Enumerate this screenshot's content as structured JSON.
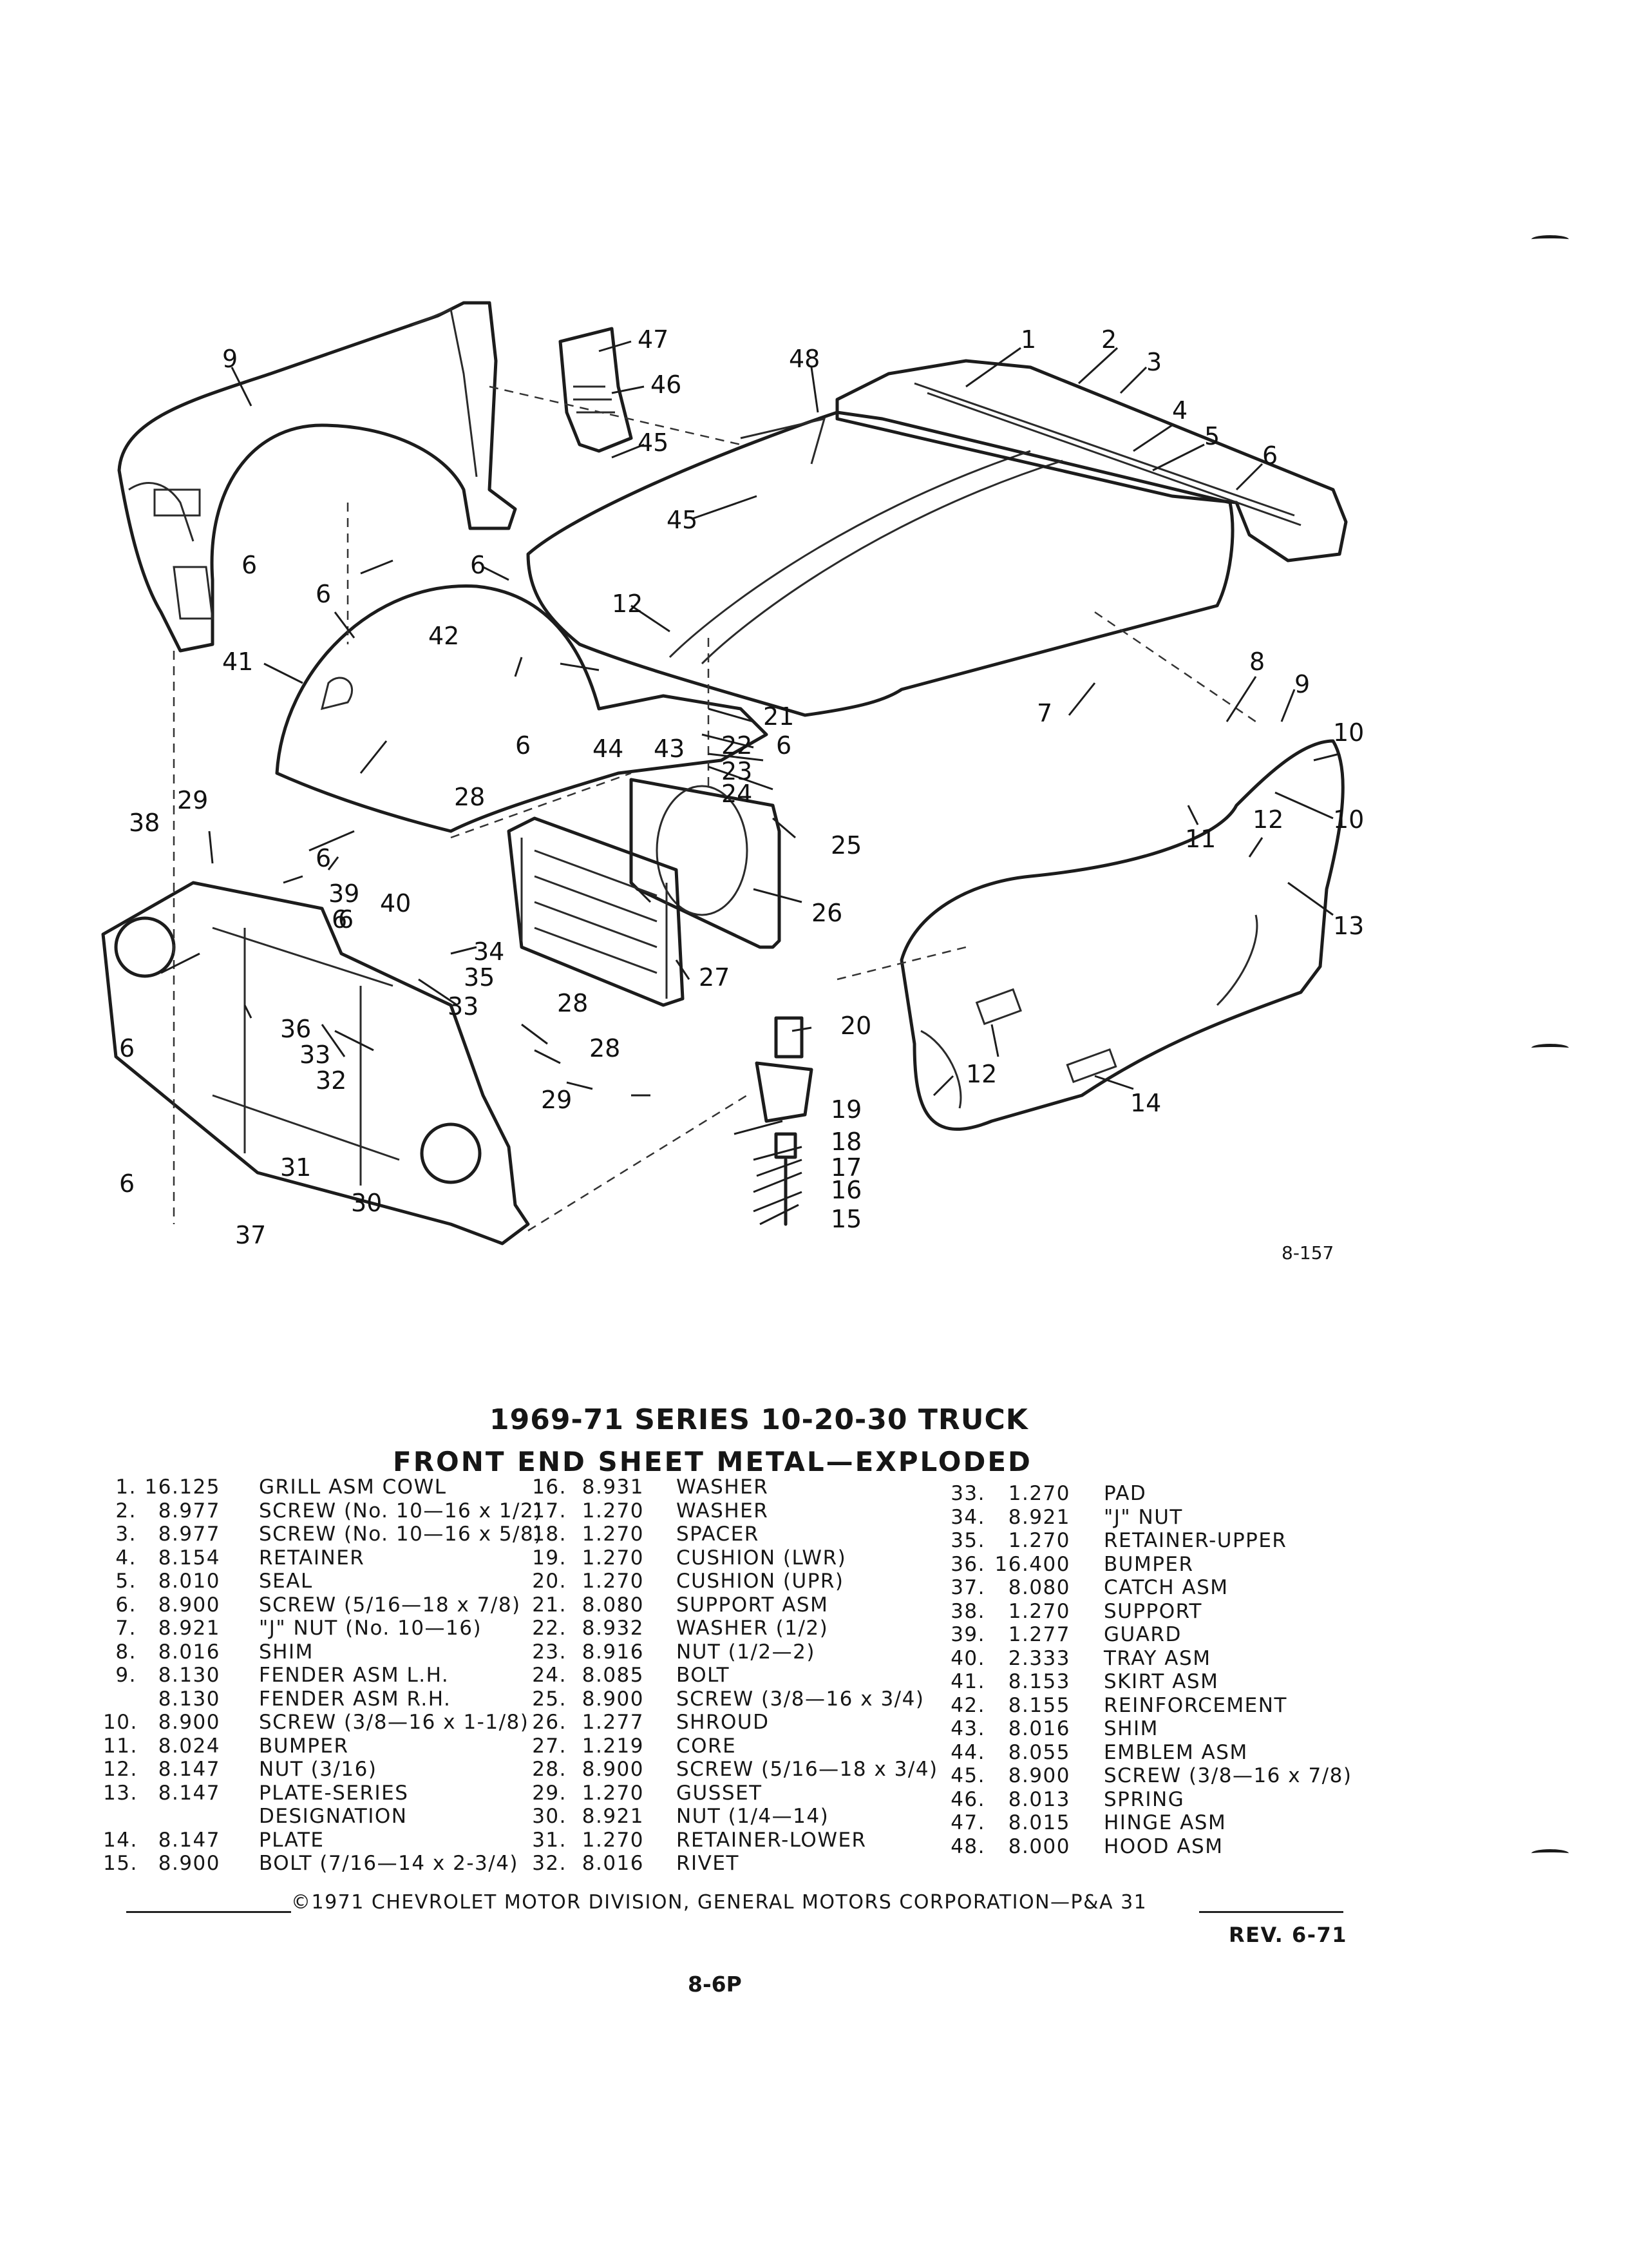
{
  "diagram": {
    "figure_code": "8-157",
    "callouts": [
      {
        "id": "1",
        "text": "1"
      },
      {
        "id": "2",
        "text": "2"
      },
      {
        "id": "3",
        "text": "3"
      },
      {
        "id": "4",
        "text": "4"
      },
      {
        "id": "5",
        "text": "5"
      },
      {
        "id": "6a",
        "text": "6"
      },
      {
        "id": "6b",
        "text": "6"
      },
      {
        "id": "6c",
        "text": "6"
      },
      {
        "id": "6d",
        "text": "6"
      },
      {
        "id": "6e",
        "text": "6"
      },
      {
        "id": "6f",
        "text": "6"
      },
      {
        "id": "6g",
        "text": "6"
      },
      {
        "id": "6h",
        "text": "6"
      },
      {
        "id": "6i",
        "text": "6"
      },
      {
        "id": "6j",
        "text": "6"
      },
      {
        "id": "6k",
        "text": "6"
      },
      {
        "id": "7",
        "text": "7"
      },
      {
        "id": "8",
        "text": "8"
      },
      {
        "id": "9a",
        "text": "9"
      },
      {
        "id": "9b",
        "text": "9"
      },
      {
        "id": "10a",
        "text": "10"
      },
      {
        "id": "10b",
        "text": "10"
      },
      {
        "id": "11",
        "text": "11"
      },
      {
        "id": "12a",
        "text": "12"
      },
      {
        "id": "12b",
        "text": "12"
      },
      {
        "id": "12c",
        "text": "12"
      },
      {
        "id": "13",
        "text": "13"
      },
      {
        "id": "14",
        "text": "14"
      },
      {
        "id": "15",
        "text": "15"
      },
      {
        "id": "16",
        "text": "16"
      },
      {
        "id": "17",
        "text": "17"
      },
      {
        "id": "18",
        "text": "18"
      },
      {
        "id": "19",
        "text": "19"
      },
      {
        "id": "20",
        "text": "20"
      },
      {
        "id": "21",
        "text": "21"
      },
      {
        "id": "22",
        "text": "22"
      },
      {
        "id": "23",
        "text": "23"
      },
      {
        "id": "24",
        "text": "24"
      },
      {
        "id": "25",
        "text": "25"
      },
      {
        "id": "26",
        "text": "26"
      },
      {
        "id": "27",
        "text": "27"
      },
      {
        "id": "28a",
        "text": "28"
      },
      {
        "id": "28b",
        "text": "28"
      },
      {
        "id": "28c",
        "text": "28"
      },
      {
        "id": "29a",
        "text": "29"
      },
      {
        "id": "29b",
        "text": "29"
      },
      {
        "id": "30",
        "text": "30"
      },
      {
        "id": "31",
        "text": "31"
      },
      {
        "id": "32",
        "text": "32"
      },
      {
        "id": "33a",
        "text": "33"
      },
      {
        "id": "33b",
        "text": "33"
      },
      {
        "id": "34",
        "text": "34"
      },
      {
        "id": "35",
        "text": "35"
      },
      {
        "id": "36",
        "text": "36"
      },
      {
        "id": "37",
        "text": "37"
      },
      {
        "id": "38",
        "text": "38"
      },
      {
        "id": "39",
        "text": "39"
      },
      {
        "id": "40",
        "text": "40"
      },
      {
        "id": "41",
        "text": "41"
      },
      {
        "id": "42",
        "text": "42"
      },
      {
        "id": "43",
        "text": "43"
      },
      {
        "id": "44",
        "text": "44"
      },
      {
        "id": "45a",
        "text": "45"
      },
      {
        "id": "45b",
        "text": "45"
      },
      {
        "id": "46",
        "text": "46"
      },
      {
        "id": "47",
        "text": "47"
      },
      {
        "id": "48",
        "text": "48"
      }
    ]
  },
  "title_line1": "1969-71 SERIES 10-20-30 TRUCK",
  "title_line2": "FRONT END SHEET METAL—EXPLODED",
  "parts": [
    {
      "no": "1.",
      "code": "16.125",
      "desc": "GRILL ASM COWL"
    },
    {
      "no": "2.",
      "code": "8.977",
      "desc": "SCREW (No. 10—16 x 1/2)"
    },
    {
      "no": "3.",
      "code": "8.977",
      "desc": "SCREW (No. 10—16 x 5/8)"
    },
    {
      "no": "4.",
      "code": "8.154",
      "desc": "RETAINER"
    },
    {
      "no": "5.",
      "code": "8.010",
      "desc": "SEAL"
    },
    {
      "no": "6.",
      "code": "8.900",
      "desc": "SCREW (5/16—18 x 7/8)"
    },
    {
      "no": "7.",
      "code": "8.921",
      "desc": "\"J\" NUT (No. 10—16)"
    },
    {
      "no": "8.",
      "code": "8.016",
      "desc": "SHIM"
    },
    {
      "no": "9.",
      "code": "8.130",
      "desc": "FENDER ASM L.H."
    },
    {
      "no": "",
      "code": "8.130",
      "desc": "FENDER ASM R.H."
    },
    {
      "no": "10.",
      "code": "8.900",
      "desc": "SCREW (3/8—16 x 1-1/8)"
    },
    {
      "no": "11.",
      "code": "8.024",
      "desc": "BUMPER"
    },
    {
      "no": "12.",
      "code": "8.147",
      "desc": "NUT (3/16)"
    },
    {
      "no": "13.",
      "code": "8.147",
      "desc": "PLATE-SERIES"
    },
    {
      "no": "",
      "code": "",
      "desc": "DESIGNATION"
    },
    {
      "no": "14.",
      "code": "8.147",
      "desc": "PLATE"
    },
    {
      "no": "15.",
      "code": "8.900",
      "desc": "BOLT (7/16—14 x 2-3/4)"
    },
    {
      "no": "16.",
      "code": "8.931",
      "desc": "WASHER"
    },
    {
      "no": "17.",
      "code": "1.270",
      "desc": "WASHER"
    },
    {
      "no": "18.",
      "code": "1.270",
      "desc": "SPACER"
    },
    {
      "no": "19.",
      "code": "1.270",
      "desc": "CUSHION (LWR)"
    },
    {
      "no": "20.",
      "code": "1.270",
      "desc": "CUSHION (UPR)"
    },
    {
      "no": "21.",
      "code": "8.080",
      "desc": "SUPPORT ASM"
    },
    {
      "no": "22.",
      "code": "8.932",
      "desc": "WASHER (1/2)"
    },
    {
      "no": "23.",
      "code": "8.916",
      "desc": "NUT (1/2—2)"
    },
    {
      "no": "24.",
      "code": "8.085",
      "desc": "BOLT"
    },
    {
      "no": "25.",
      "code": "8.900",
      "desc": "SCREW (3/8—16 x 3/4)"
    },
    {
      "no": "26.",
      "code": "1.277",
      "desc": "SHROUD"
    },
    {
      "no": "27.",
      "code": "1.219",
      "desc": "CORE"
    },
    {
      "no": "28.",
      "code": "8.900",
      "desc": "SCREW (5/16—18 x 3/4)"
    },
    {
      "no": "29.",
      "code": "1.270",
      "desc": "GUSSET"
    },
    {
      "no": "30.",
      "code": "8.921",
      "desc": "NUT (1/4—14)"
    },
    {
      "no": "31.",
      "code": "1.270",
      "desc": "RETAINER-LOWER"
    },
    {
      "no": "32.",
      "code": "8.016",
      "desc": "RIVET"
    },
    {
      "no": "33.",
      "code": "1.270",
      "desc": "PAD"
    },
    {
      "no": "34.",
      "code": "8.921",
      "desc": "\"J\" NUT"
    },
    {
      "no": "35.",
      "code": "1.270",
      "desc": "RETAINER-UPPER"
    },
    {
      "no": "36.",
      "code": "16.400",
      "desc": "BUMPER"
    },
    {
      "no": "37.",
      "code": "8.080",
      "desc": "CATCH ASM"
    },
    {
      "no": "38.",
      "code": "1.270",
      "desc": "SUPPORT"
    },
    {
      "no": "39.",
      "code": "1.277",
      "desc": "GUARD"
    },
    {
      "no": "40.",
      "code": "2.333",
      "desc": "TRAY ASM"
    },
    {
      "no": "41.",
      "code": "8.153",
      "desc": "SKIRT ASM"
    },
    {
      "no": "42.",
      "code": "8.155",
      "desc": "REINFORCEMENT"
    },
    {
      "no": "43.",
      "code": "8.016",
      "desc": "SHIM"
    },
    {
      "no": "44.",
      "code": "8.055",
      "desc": "EMBLEM ASM"
    },
    {
      "no": "45.",
      "code": "8.900",
      "desc": "SCREW (3/8—16 x 7/8)"
    },
    {
      "no": "46.",
      "code": "8.013",
      "desc": "SPRING"
    },
    {
      "no": "47.",
      "code": "8.015",
      "desc": "HINGE ASM"
    },
    {
      "no": "48.",
      "code": "8.000",
      "desc": "HOOD ASM"
    }
  ],
  "copyright": "©1971 CHEVROLET MOTOR DIVISION, GENERAL MOTORS CORPORATION—P&A 31",
  "revision": "REV. 6-71",
  "page_number": "8-6P"
}
